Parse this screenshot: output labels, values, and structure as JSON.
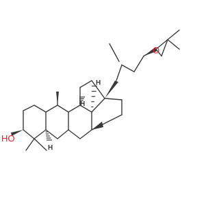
{
  "molecule": {
    "labels": {
      "hydroxyl": "HO",
      "epoxide_oxygen": "O",
      "stereo_h": "H"
    },
    "colors": {
      "bond": "#3a3a3a",
      "oxygen": "#e8202a",
      "hydrogen": "#3a3a3a",
      "background": "#ffffff"
    }
  }
}
